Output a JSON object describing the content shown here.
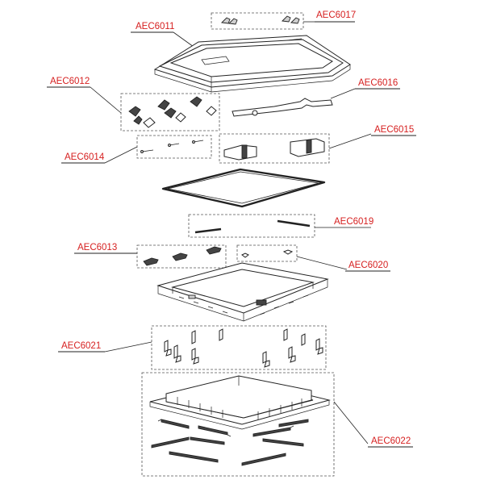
{
  "diagram": {
    "labels": {
      "aec6011": "AEC6011",
      "aec6012": "AEC6012",
      "aec6013": "AEC6013",
      "aec6014": "AEC6014",
      "aec6015": "AEC6015",
      "aec6016": "AEC6016",
      "aec6017": "AEC6017",
      "aec6019": "AEC6019",
      "aec6020": "AEC6020",
      "aec6021": "AEC6021",
      "aec6022": "AEC6022"
    },
    "colors": {
      "label": "#d62020",
      "line": "#222222",
      "dashed_box": "#555555"
    }
  }
}
